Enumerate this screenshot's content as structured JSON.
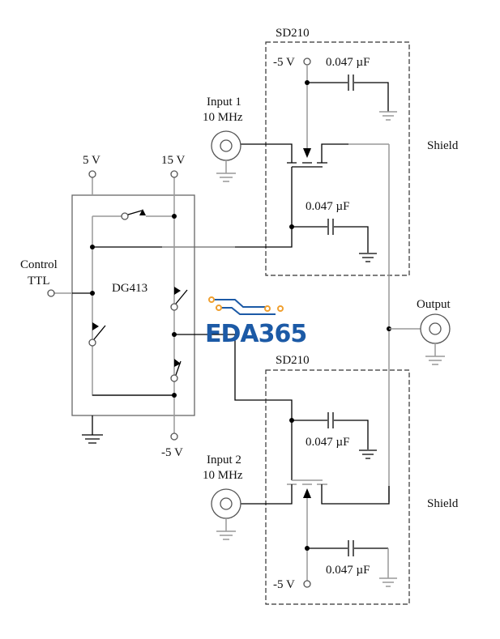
{
  "labels": {
    "sd210_top": "SD210",
    "sd210_bottom": "SD210",
    "neg5v_top": "-5 V",
    "neg5v_bottom": "-5 V",
    "neg5v_dg": "-5 V",
    "v5": "5 V",
    "v15": "15 V",
    "cap1": "0.047 µF",
    "cap2": "0.047 µF",
    "cap3": "0.047 µF",
    "cap4": "0.047 µF",
    "input1_name": "Input 1",
    "input1_freq": "10 MHz",
    "input2_name": "Input 2",
    "input2_freq": "10 MHz",
    "shield_top": "Shield",
    "shield_bottom": "Shield",
    "output": "Output",
    "control": "Control",
    "ttl": "TTL",
    "dg413": "DG413"
  },
  "watermark": {
    "text": "EDA365",
    "color": "#1c5aa6",
    "accent": "#f0a030"
  }
}
